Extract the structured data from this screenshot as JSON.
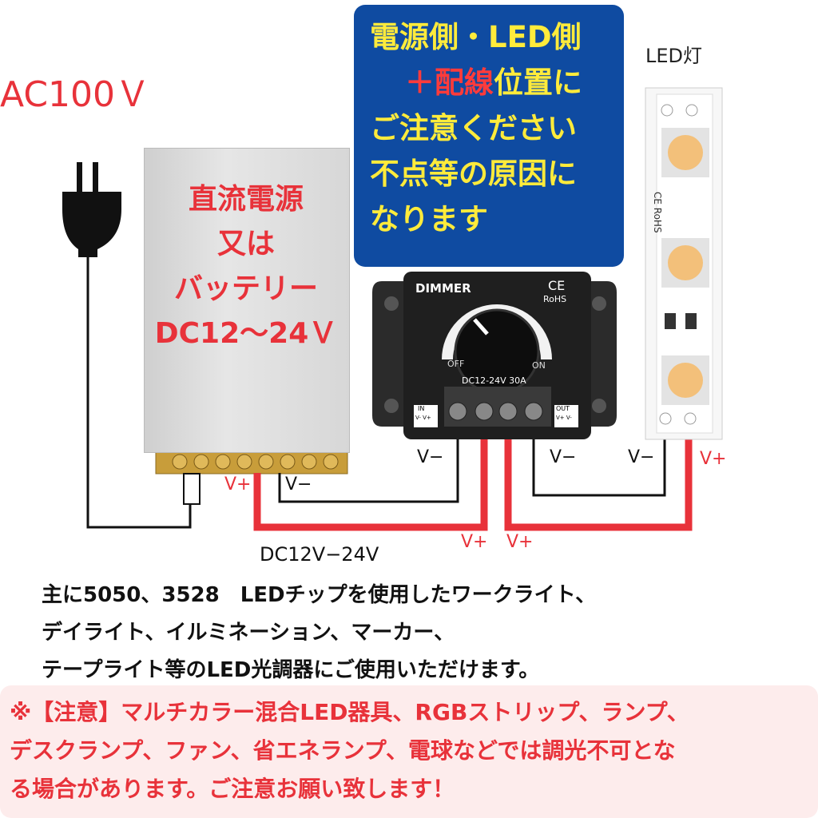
{
  "ac_label": "AC100Ｖ",
  "psu_text": [
    "直流電源",
    "又は",
    "バッテリー",
    "DC12～24Ｖ"
  ],
  "notice": {
    "line1": "電源側・LED側",
    "line2_red": "＋配線",
    "line2_rest": "位置に",
    "line3": "ご注意ください",
    "line4": "不点等の原因に",
    "line5": "なります"
  },
  "led_label": "LED灯",
  "dimmer": {
    "brand": "DIMMER",
    "ce": "CE",
    "rohs": "RoHS",
    "off": "OFF",
    "on": "ON",
    "spec": "DC12-24V 30A",
    "in": "IN",
    "out": "OUT",
    "terminal_in": "V- V+",
    "terminal_out": "V+ V-"
  },
  "strip_mark": "CE RoHS",
  "wire_labels": {
    "psu_plus": "V+",
    "psu_minus": "V−",
    "dim_in_minus": "V−",
    "dim_out_minus": "V−",
    "led_minus": "V−",
    "led_plus": "V+",
    "bottom_plus_1": "V+",
    "bottom_plus_2": "V+"
  },
  "dc_range": "DC12V−24V",
  "description": [
    "主に5050、3528　LEDチップを使用したワークライト、",
    "デイライト、イルミネーション、マーカー、",
    "テープライト等のLED光調器にご使用いただけます。"
  ],
  "warning": [
    "※【注意】マルチカラー混合LED器具、RGBストリップ、ランプ、",
    "デスクランプ、ファン、省エネランプ、電球などでは調光不可とな",
    "る場合があります。ご注意お願い致します！"
  ],
  "colors": {
    "accent_red": "#e8323a",
    "notice_bg": "#0f4ba1",
    "notice_text": "#ffeb3b",
    "warning_bg": "#fdecec"
  }
}
